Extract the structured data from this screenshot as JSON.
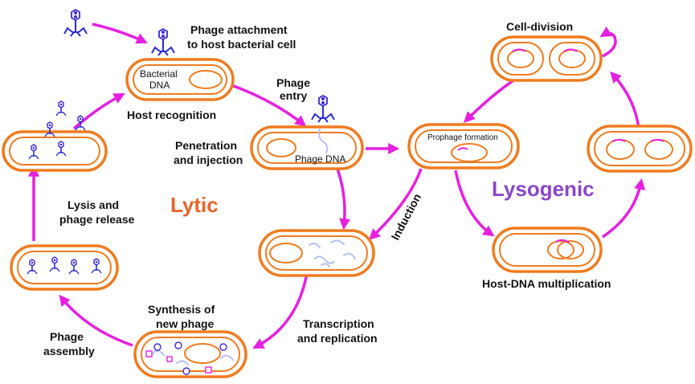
{
  "labels": {
    "attachment": [
      "Phage attachment",
      "to host bacterial cell"
    ],
    "bacterial_dna": [
      "Bacterial",
      "DNA"
    ],
    "phage_entry": [
      "Phage",
      "entry"
    ],
    "host_recognition": "Host recognition",
    "penetration": [
      "Penetration",
      "and injection"
    ],
    "phage_dna": "Phage DNA",
    "lytic": "Lytic",
    "lysis": [
      "Lysis and",
      "phage release"
    ],
    "synthesis": [
      "Synthesis of",
      "new phage"
    ],
    "assembly": [
      "Phage",
      "assembly"
    ],
    "transcription": [
      "Transcription",
      "and replication"
    ],
    "induction": "Induction",
    "prophage": "Prophage formation",
    "lysogenic": "Lysogenic",
    "cell_division": "Cell-division",
    "host_dna_mult": "Host-DNA multiplication"
  },
  "colors": {
    "cell": "#f07b1f",
    "arrow": "#e620e0",
    "phage": "#2a2ad0",
    "lytic_text": "#e8642a",
    "lysogenic_text": "#8a46c8",
    "phage_dna": "#b9bff0"
  }
}
